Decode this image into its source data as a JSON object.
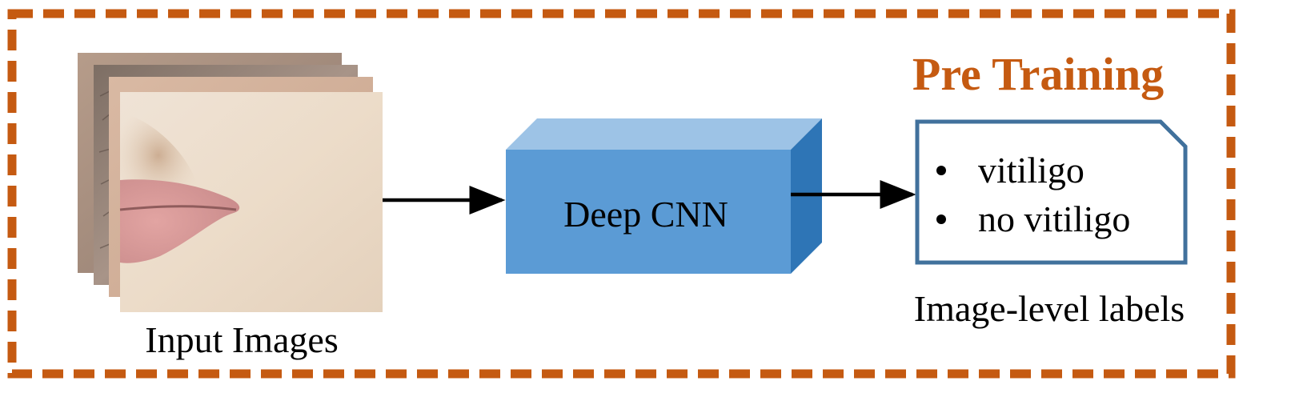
{
  "title": "Pre Training",
  "input_caption": "Input Images",
  "cnn_label": "Deep CNN",
  "labels": [
    "vitiligo",
    "no vitiligo"
  ],
  "labels_caption": "Image-level labels",
  "colors": {
    "frame": "#C55A11",
    "title": "#C55A11",
    "cnn_front": "#5B9BD5",
    "cnn_top": "#9DC3E6",
    "cnn_side": "#2E75B6",
    "label_border": "#41719C",
    "arrow": "#000000"
  }
}
